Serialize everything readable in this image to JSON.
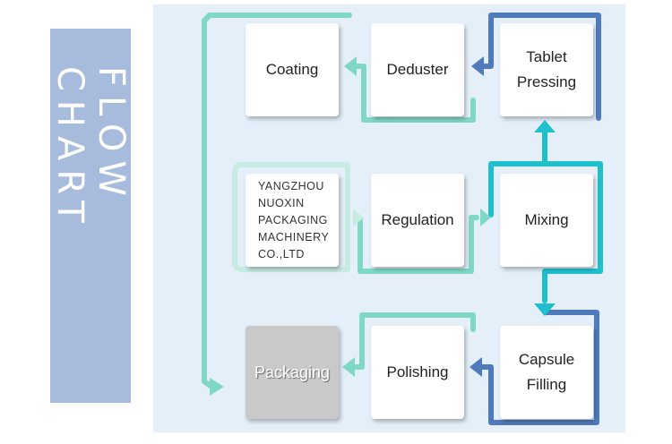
{
  "side_title": "FLOW CHART",
  "steps": {
    "coating": "Coating",
    "deduster": "Deduster",
    "tablet_pressing": [
      "Tablet",
      "Pressing"
    ],
    "company": [
      "YANGZHOU",
      "NUOXIN",
      "PACKAGING",
      "MACHINERY",
      "CO.,LTD"
    ],
    "regulation": "Regulation",
    "mixing": "Mixing",
    "packaging": "Packaging",
    "polishing": "Polishing",
    "capsule_filling": [
      "Capsule",
      "Filling"
    ]
  },
  "colors": {
    "banner": "#a7bcdc",
    "panel": "#e4eff9",
    "mint": "#7fd8c6",
    "pale_mint": "#c6ebe2",
    "teal": "#1fc0ce",
    "blue": "#4f7bbd"
  }
}
